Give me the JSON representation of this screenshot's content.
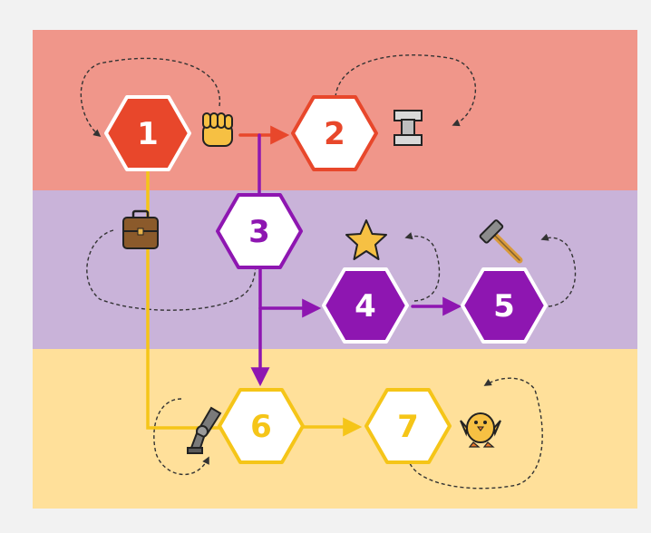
{
  "colors": {
    "background": "#f2f2f2",
    "band_red": "#f0968a",
    "band_purple": "#c9b3d9",
    "band_yellow": "#ffe09a",
    "red": "#e8472b",
    "purple": "#8e16b1",
    "yellow": "#f5c518",
    "white": "#ffffff",
    "dashed": "#333333"
  },
  "nodes": [
    {
      "id": "1",
      "label": "1",
      "style": "filled",
      "color": "red"
    },
    {
      "id": "2",
      "label": "2",
      "style": "outline",
      "color": "red"
    },
    {
      "id": "3",
      "label": "3",
      "style": "outline",
      "color": "purple"
    },
    {
      "id": "4",
      "label": "4",
      "style": "filled",
      "color": "purple"
    },
    {
      "id": "5",
      "label": "5",
      "style": "filled",
      "color": "purple"
    },
    {
      "id": "6",
      "label": "6",
      "style": "outline",
      "color": "yellow"
    },
    {
      "id": "7",
      "label": "7",
      "style": "outline",
      "color": "yellow"
    }
  ],
  "icons": [
    "raised-fist-icon",
    "bolt-nut-icon",
    "briefcase-icon",
    "star-icon",
    "hammer-icon",
    "mechanical-leg-icon",
    "baby-chick-icon"
  ],
  "edges": [
    {
      "from": "1",
      "to": "2",
      "color": "red"
    },
    {
      "from": "1",
      "to": "6",
      "color": "yellow"
    },
    {
      "from": "3",
      "to": "2",
      "color": "purple"
    },
    {
      "from": "3",
      "to": "4",
      "color": "purple"
    },
    {
      "from": "3",
      "to": "6",
      "color": "purple"
    },
    {
      "from": "4",
      "to": "5",
      "color": "purple"
    },
    {
      "from": "6",
      "to": "7",
      "color": "yellow"
    }
  ]
}
